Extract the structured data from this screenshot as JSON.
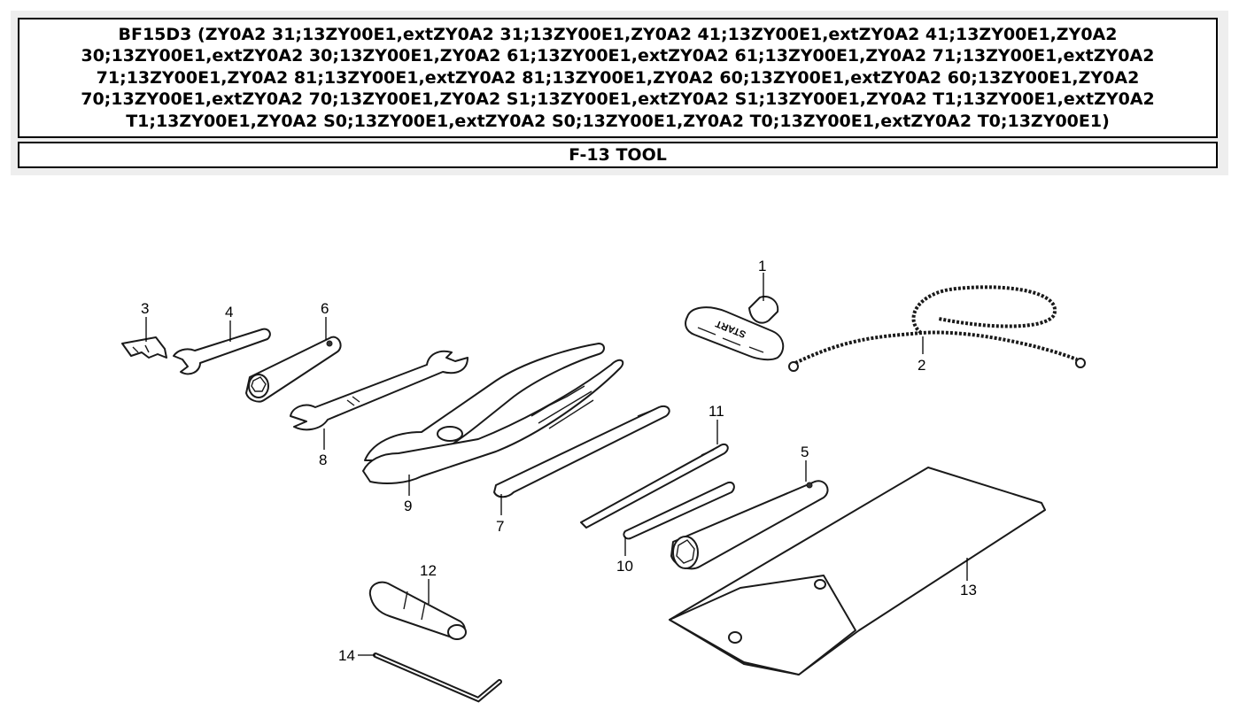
{
  "header": {
    "title": "BF15D3 (ZY0A2 31;13ZY00E1,extZY0A2 31;13ZY00E1,ZY0A2 41;13ZY00E1,extZY0A2 41;13ZY00E1,ZY0A2 30;13ZY00E1,extZY0A2 30;13ZY00E1,ZY0A2 61;13ZY00E1,extZY0A2 61;13ZY00E1,ZY0A2 71;13ZY00E1,extZY0A2 71;13ZY00E1,ZY0A2 81;13ZY00E1,extZY0A2 81;13ZY00E1,ZY0A2 60;13ZY00E1,extZY0A2 60;13ZY00E1,ZY0A2 70;13ZY00E1,extZY0A2 70;13ZY00E1,ZY0A2 S1;13ZY00E1,extZY0A2 S1;13ZY00E1,ZY0A2 T1;13ZY00E1,extZY0A2 T1;13ZY00E1,ZY0A2 S0;13ZY00E1,extZY0A2 S0;13ZY00E1,ZY0A2 T0;13ZY00E1,extZY0A2 T0;13ZY00E1)",
    "section": "F-13 TOOL"
  },
  "diagram": {
    "start_grip_text": "START",
    "callouts": {
      "c1": "1",
      "c2": "2",
      "c3": "3",
      "c4": "4",
      "c5": "5",
      "c6": "6",
      "c7": "7",
      "c8": "8",
      "c9": "9",
      "c10": "10",
      "c11": "11",
      "c12": "12",
      "c13": "13",
      "c14": "14"
    }
  }
}
